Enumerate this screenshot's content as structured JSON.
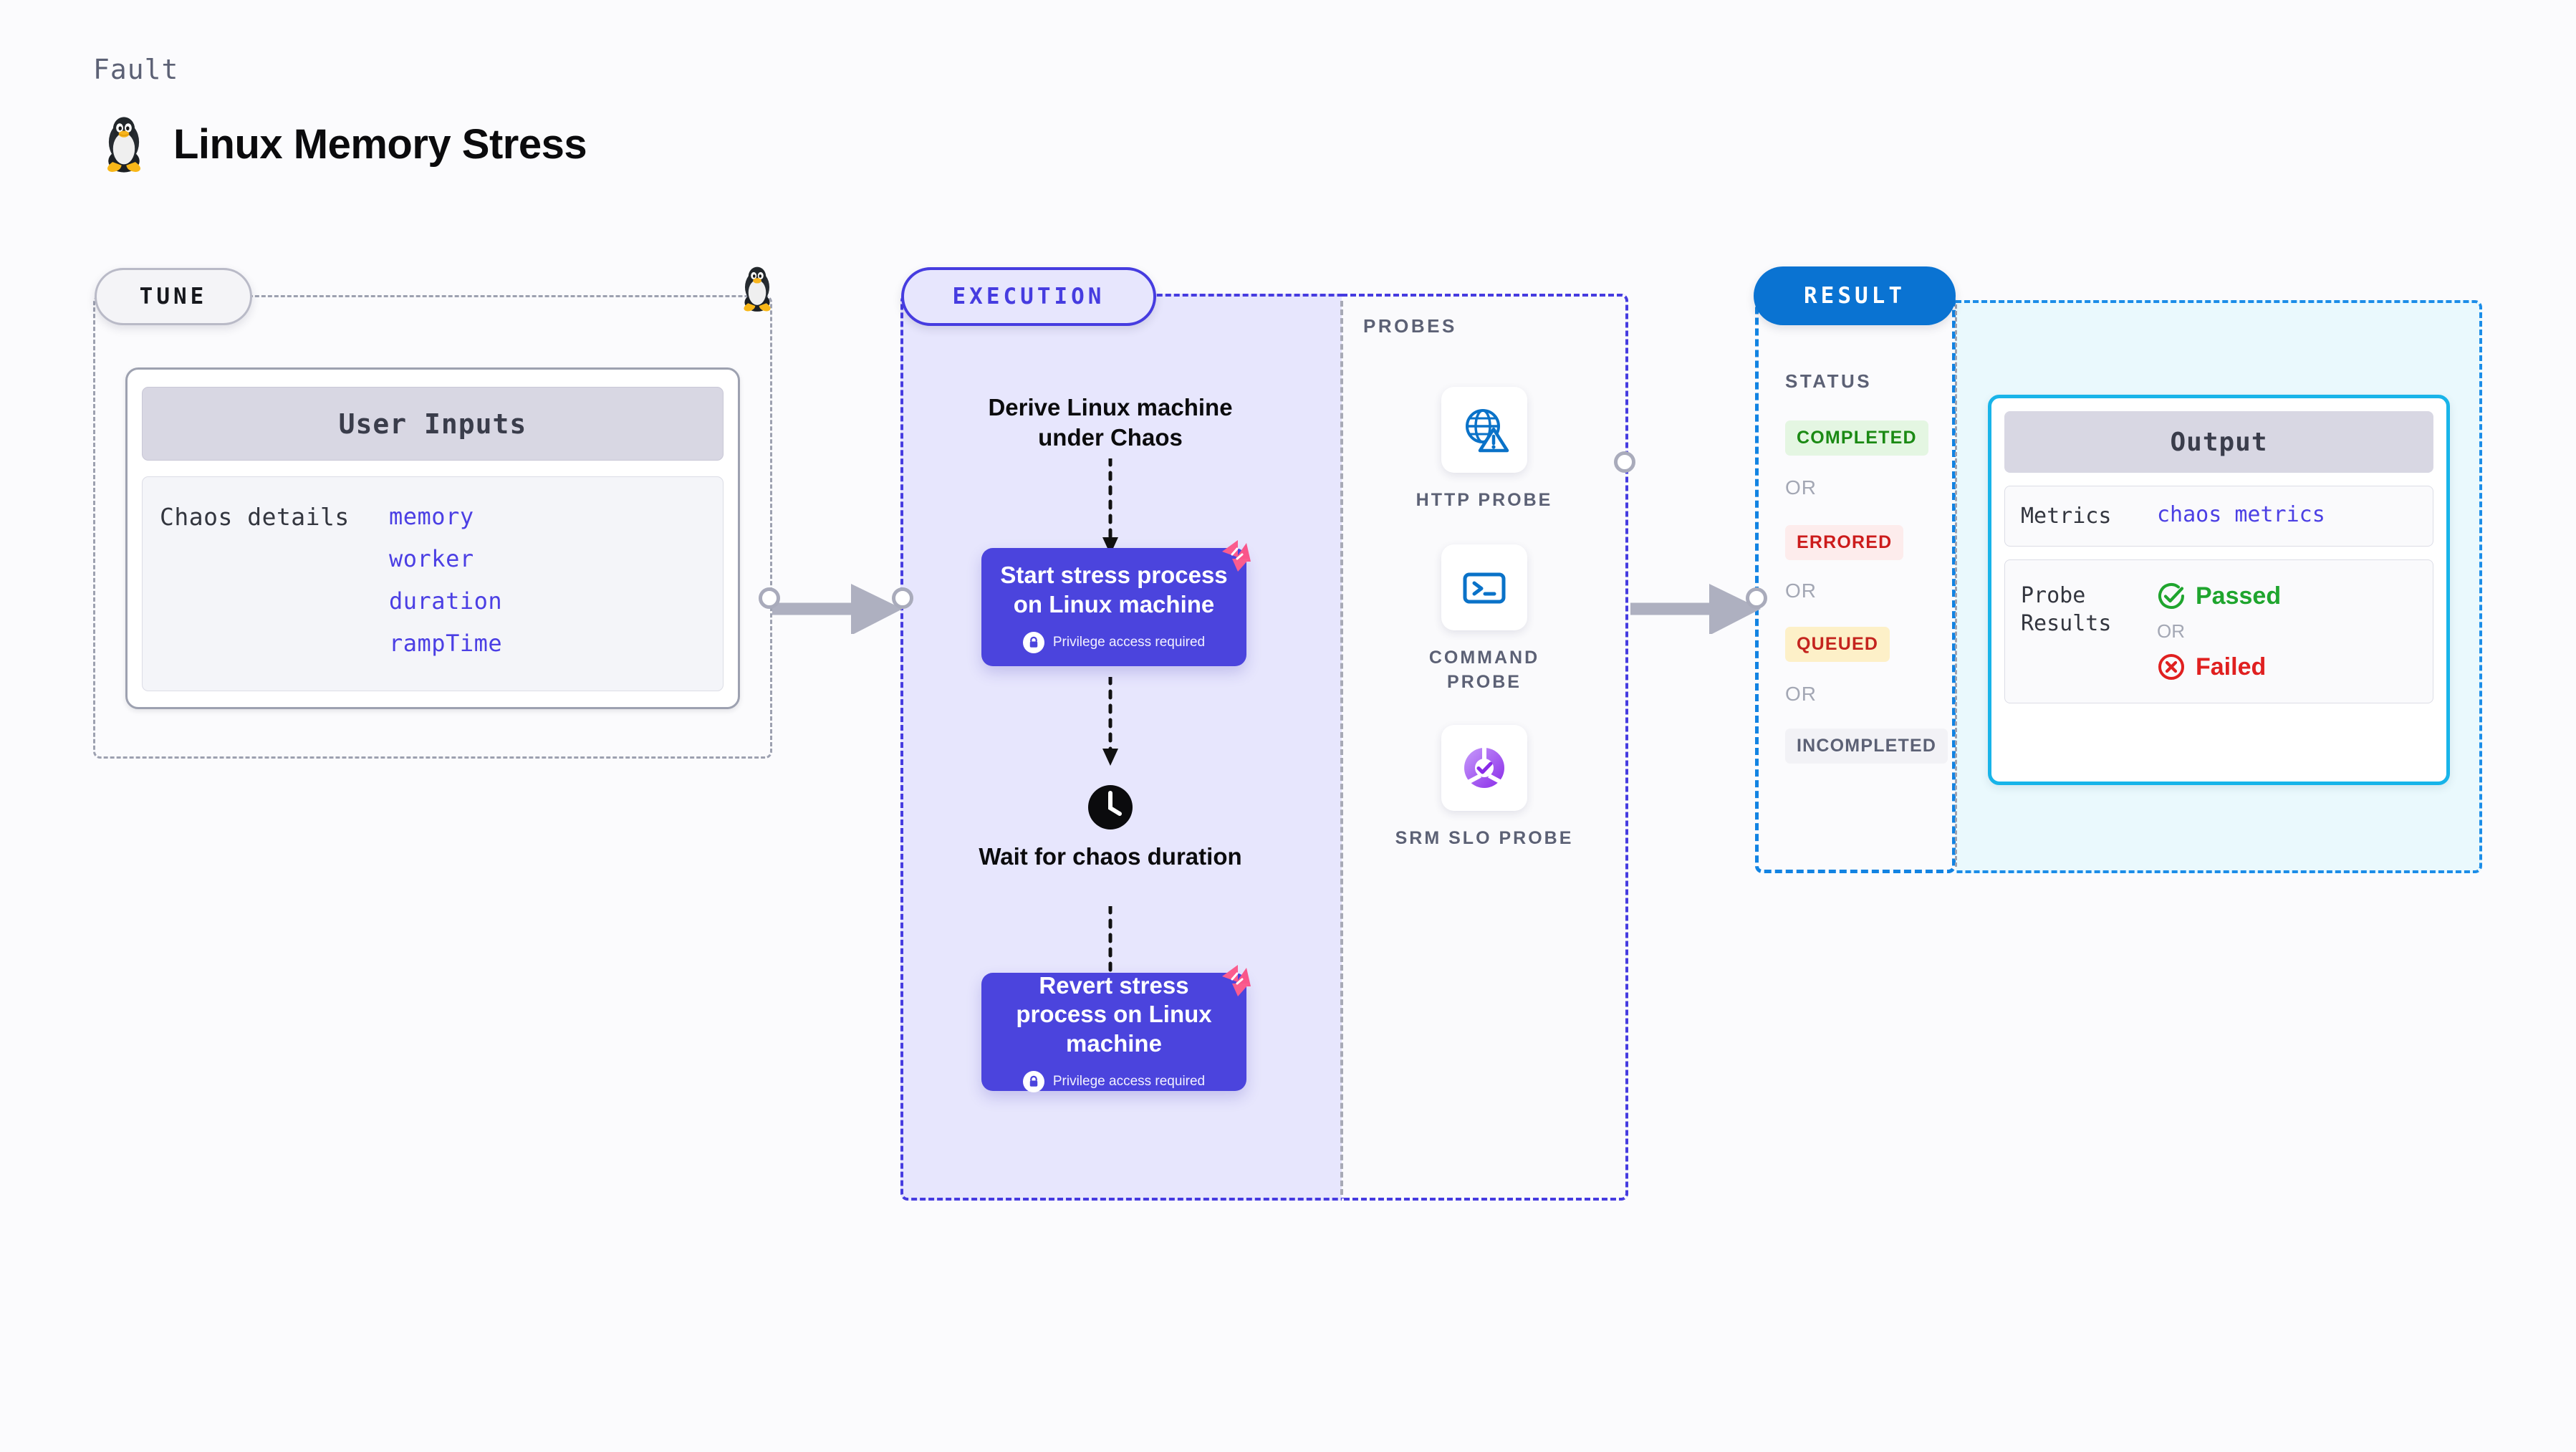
{
  "header": {
    "eyebrow": "Fault",
    "title": "Linux Memory Stress",
    "icon": "tux-penguin-icon"
  },
  "tune": {
    "pill_label": "TUNE",
    "corner_icon": "tux-penguin-icon",
    "card": {
      "header": "User Inputs",
      "row_key": "Chaos details",
      "values": [
        "memory",
        "worker",
        "duration",
        "rampTime"
      ]
    }
  },
  "execution": {
    "pill_label": "EXECUTION",
    "steps": {
      "derive": "Derive Linux machine under Chaos",
      "start_node": {
        "title": "Start stress process on Linux machine",
        "privilege": "Privilege access required",
        "lock_icon": "lock-icon",
        "corner_icon": "harness-ribbon-icon"
      },
      "wait": "Wait for chaos duration",
      "wait_icon": "clock-icon",
      "revert_node": {
        "title": "Revert stress process on Linux machine",
        "privilege": "Privilege access required",
        "lock_icon": "lock-icon",
        "corner_icon": "harness-ribbon-icon"
      }
    }
  },
  "probes": {
    "title": "PROBES",
    "items": [
      {
        "label": "HTTP PROBE",
        "icon": "globe-warning-icon"
      },
      {
        "label": "COMMAND PROBE",
        "icon": "terminal-icon"
      },
      {
        "label": "SRM SLO PROBE",
        "icon": "slo-donut-check-icon"
      }
    ]
  },
  "result": {
    "pill_label": "RESULT",
    "status_title": "STATUS",
    "or_label": "OR",
    "badges": [
      {
        "label": "COMPLETED",
        "bg": "#E4F6E2",
        "fg": "#1B8A14"
      },
      {
        "label": "ERRORED",
        "bg": "#FDECEC",
        "fg": "#CC1C1C"
      },
      {
        "label": "QUEUED",
        "bg": "#FDF0C8",
        "fg": "#C4241E"
      },
      {
        "label": "INCOMPLETED",
        "bg": "#F2F2F6",
        "fg": "#5C6175"
      }
    ]
  },
  "output": {
    "header": "Output",
    "metrics_key": "Metrics",
    "metrics_value": "chaos metrics",
    "probe_results_key": "Probe Results",
    "passed_label": "Passed",
    "passed_icon": "check-circle-icon",
    "failed_label": "Failed",
    "failed_icon": "x-circle-icon",
    "or_label": "OR"
  },
  "colors": {
    "accent_indigo": "#4B44DD",
    "accent_blue": "#0A73D2",
    "accent_cyan": "#18B4E9",
    "ribbon_pink": "#FB5C8E",
    "canvas": "#FBFBFD"
  }
}
